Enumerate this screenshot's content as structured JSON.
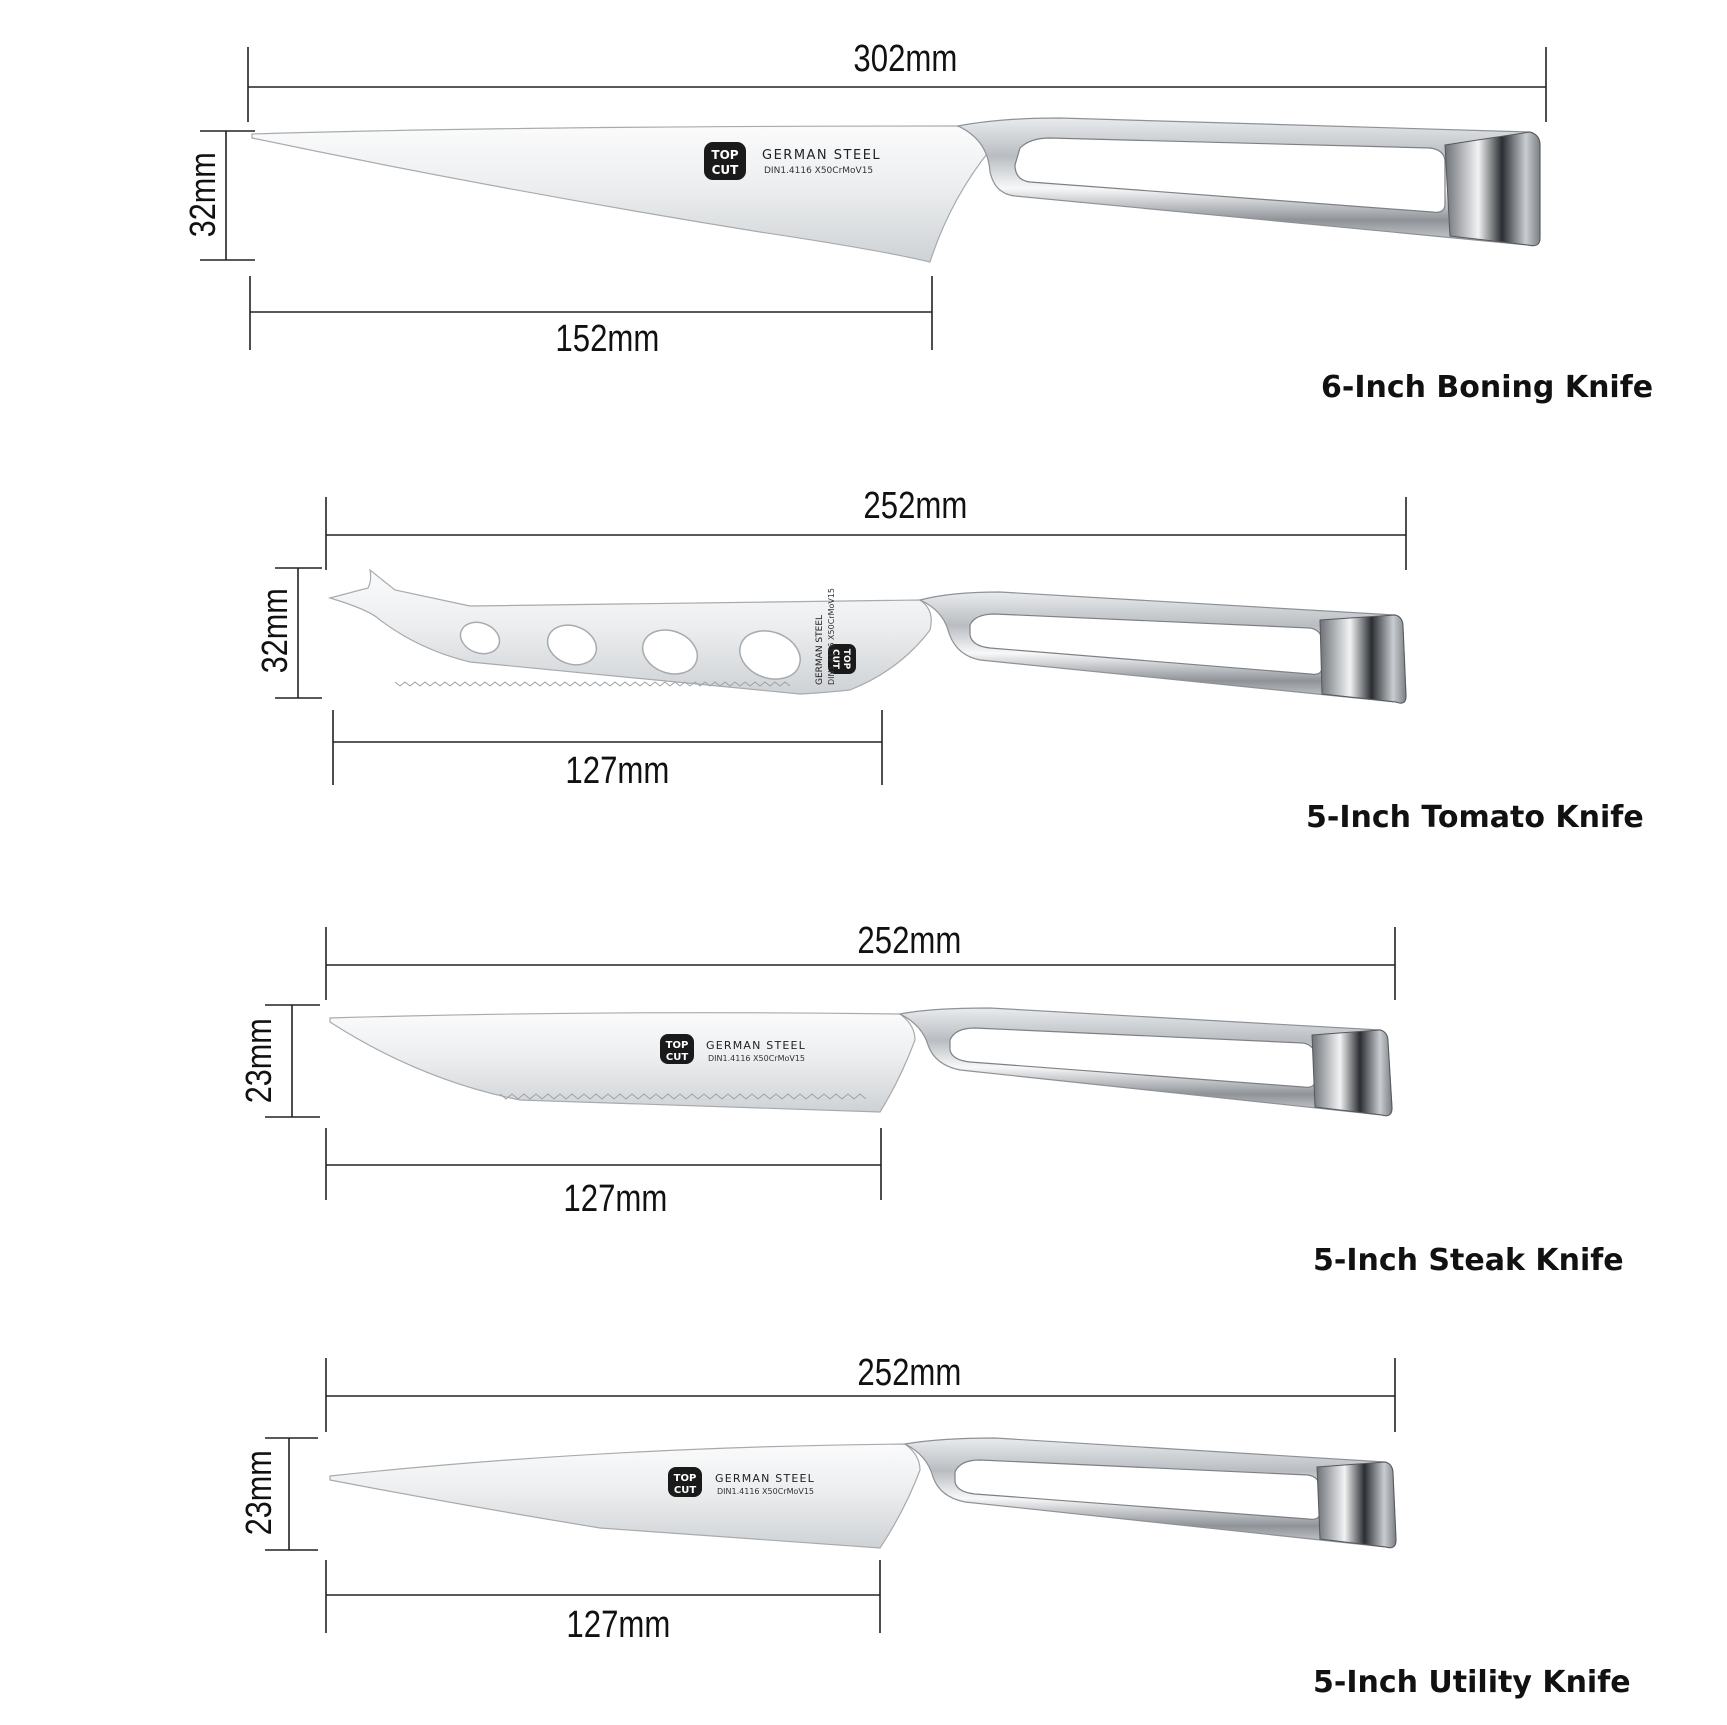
{
  "brand": {
    "logo_top": "TOP",
    "logo_bottom": "CUT",
    "steel_title": "GERMAN STEEL",
    "steel_spec": "DIN1.4116  X50CrMoV15"
  },
  "knives": [
    {
      "name": "6-Inch Boning Knife",
      "overall_length": "302mm",
      "blade_length": "152mm",
      "blade_width": "32mm"
    },
    {
      "name": "5-Inch Tomato Knife",
      "overall_length": "252mm",
      "blade_length": "127mm",
      "blade_width": "32mm"
    },
    {
      "name": "5-Inch Steak Knife",
      "overall_length": "252mm",
      "blade_length": "127mm",
      "blade_width": "23mm"
    },
    {
      "name": "5-Inch Utility Knife",
      "overall_length": "252mm",
      "blade_length": "127mm",
      "blade_width": "23mm"
    }
  ],
  "colors": {
    "logo": "#1a1a1a",
    "dimension_line": "#222222",
    "steel_light": "#f4f5f6",
    "steel_dark": "#8a8e93"
  }
}
